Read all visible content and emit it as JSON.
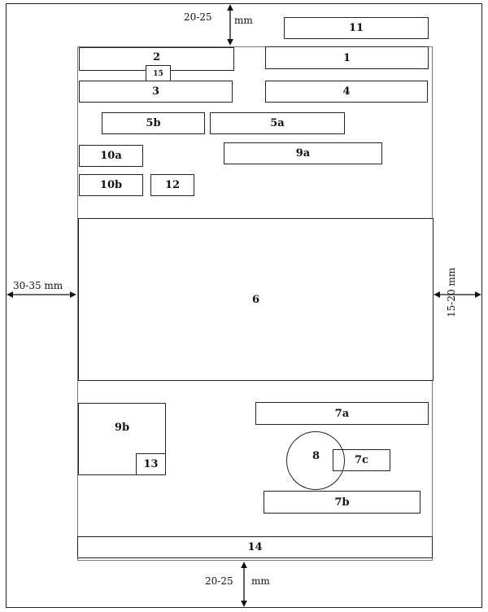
{
  "dimensions": {
    "top": "20-25",
    "top_unit": "mm",
    "left": "30-35 mm",
    "right": "15-20 mm",
    "bottom": "20-25",
    "bottom_unit": "mm"
  },
  "labels": {
    "b1": "1",
    "b2": "2",
    "b3": "3",
    "b4": "4",
    "b5a": "5a",
    "b5b": "5b",
    "b6": "6",
    "b7a": "7a",
    "b7b": "7b",
    "b7c": "7c",
    "b8": "8",
    "b9a": "9a",
    "b9b": "9b",
    "b10a": "10a",
    "b10b": "10b",
    "b11": "11",
    "b12": "12",
    "b13": "13",
    "b14": "14",
    "b15": "15"
  }
}
